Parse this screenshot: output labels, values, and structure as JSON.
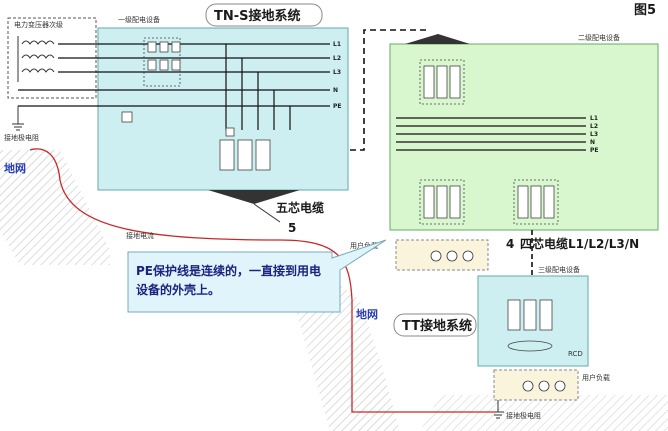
{
  "figure_label": "图5",
  "tns_title": "TN-S接地系统",
  "tt_title": "TT接地系统",
  "transformer_label": "电力变压器次级",
  "primary_board": "一级配电设备",
  "secondary_board": "二级配电设备",
  "tertiary_board": "三级配电设备",
  "bus_labels": [
    "L1",
    "L2",
    "L3",
    "N",
    "PE"
  ],
  "secondary_bus_labels": [
    "L1",
    "L2",
    "L3",
    "N",
    "PE"
  ],
  "five_core_cable": "五芯电缆",
  "five_count": "5",
  "four_core_cable": "四芯电缆L1/L2/L3/N",
  "four_count": "4",
  "ground_electrode_1": "接地极电阻",
  "ground_electrode_2": "接地极电阻",
  "earth_left": "地网",
  "earth_middle": "地网",
  "ground_current": "接地电流",
  "user_load_1": "用户负载",
  "user_load_2": "用户负载",
  "rcd": "RCD",
  "callout": "PE保护线是连续的，一直接到用电设备的外壳上。"
}
